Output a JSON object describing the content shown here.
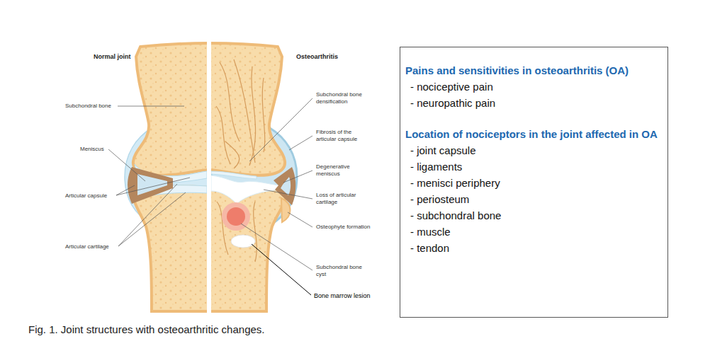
{
  "diagram": {
    "caption": "Fig. 1. Joint structures with osteoarthritic changes.",
    "nodes": [
      {
        "text": [
          "Pains and sensitivities in osteoarthritis (OA)",
          "- nociceptive pain",
          "- neuropathic pain",
          "Location of nociceptors in the joint affected in OA",
          "- joint capsule",
          "- ligaments",
          "- menisci periphery",
          "- periosteum",
          "- subchondral bone",
          "- muscle",
          "- tendon"
        ]
      }
    ],
    "labels": [
      "Normal joint",
      "Osteoarthritis",
      "Subchondral bone",
      "Meniscus",
      "Articular capsule",
      "Articular cartilage",
      "Subchondral bone densification",
      "Fibrosis of the articular capsule",
      "Degenerative meniscus",
      "Loss of articular cartilage",
      "Osteophyte formation",
      "Subchondral bone cyst",
      "Bone marrow lesion"
    ]
  }
}
